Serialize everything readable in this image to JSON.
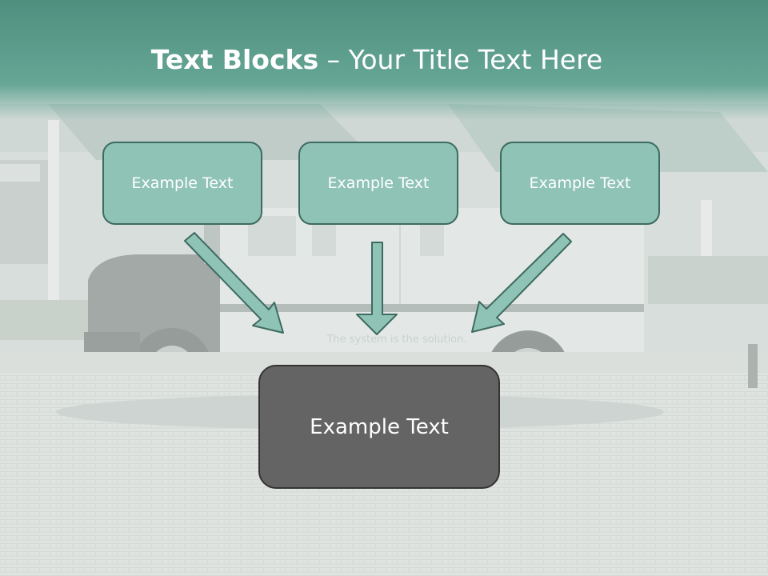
{
  "title": {
    "bold": "Text Blocks",
    "separator": " – ",
    "light": "Your Title Text Here"
  },
  "boxes": [
    {
      "label": "Example Text"
    },
    {
      "label": "Example Text"
    },
    {
      "label": "Example Text"
    }
  ],
  "result_box": {
    "label": "Example Text"
  },
  "background_caption": "The system is the solution.",
  "colors": {
    "title_band": "#5a9a88",
    "box_fill": "#8fc3b5",
    "box_border": "#3e6b60",
    "result_fill": "#646464",
    "result_border": "#333333",
    "arrow_fill": "#8fc3b5",
    "arrow_stroke": "#3e6b60"
  }
}
